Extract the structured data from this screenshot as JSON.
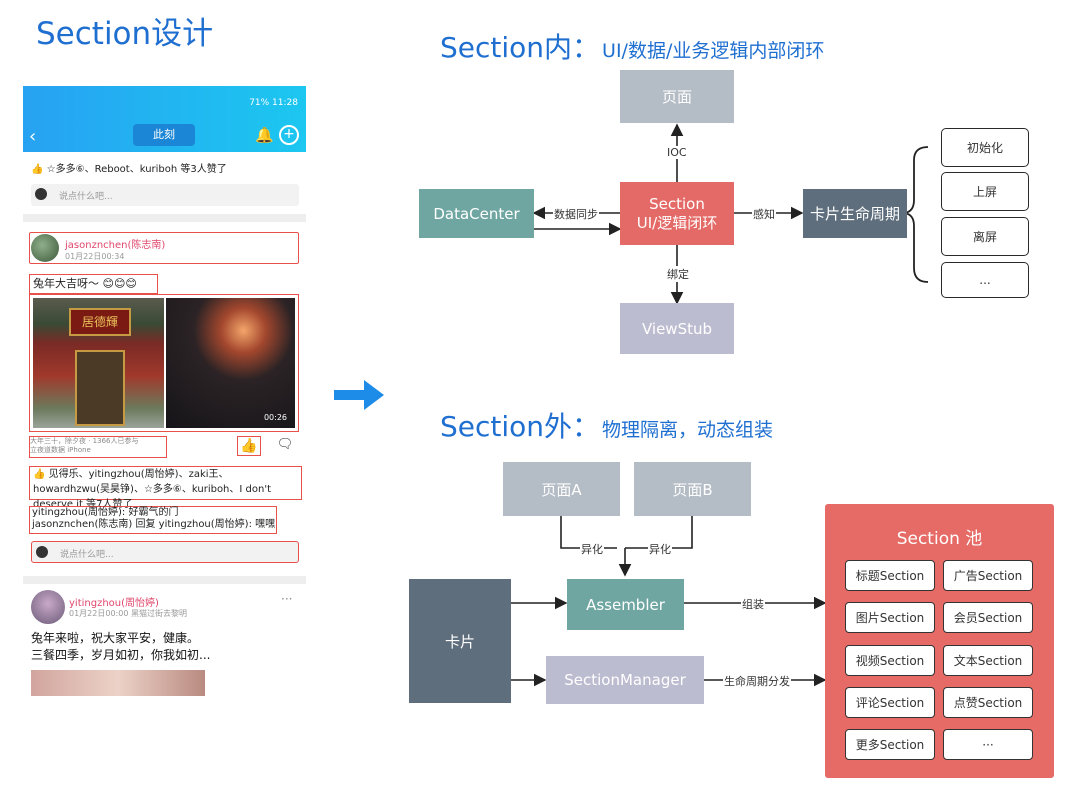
{
  "page_title": "Section设计",
  "top_section": {
    "title": "Section内：",
    "subtitle": "UI/数据/业务逻辑内部闭环",
    "nodes": {
      "page": "页面",
      "datacenter": "DataCenter",
      "section": "Section\nUI/逻辑闭环",
      "lifecycle": "卡片生命周期",
      "viewstub": "ViewStub"
    },
    "edges": {
      "ioc": "IOC",
      "data_sync": "数据同步",
      "perceive": "感知",
      "bind": "绑定"
    },
    "lifecycle_events": [
      "初始化",
      "上屏",
      "离屏",
      "..."
    ]
  },
  "bottom_section": {
    "title": "Section外：",
    "subtitle": "物理隔离，动态组装",
    "nodes": {
      "page_a": "页面A",
      "page_b": "页面B",
      "card": "卡片",
      "assembler": "Assembler",
      "section_manager": "SectionManager"
    },
    "edges": {
      "async_a": "异化",
      "async_b": "异化",
      "assemble": "组装",
      "lifecycle_dispatch": "生命周期分发"
    },
    "pool": {
      "title": "Section 池",
      "items": [
        "标题Section",
        "广告Section",
        "图片Section",
        "会员Section",
        "视频Section",
        "文本Section",
        "评论Section",
        "点赞Section",
        "更多Section",
        "···"
      ]
    }
  },
  "phone": {
    "status_text": "71% 11:28",
    "nav_chip": "此刻",
    "likes_summary": "☆多多⑥、Reboot、kuriboh 等3人赞了",
    "comment_placeholder": "说点什么吧...",
    "post1": {
      "username": "jasonznchen(陈志南)",
      "date": "01月22日00:34",
      "text": "兔年大吉呀～",
      "plaque": "居德輝",
      "video_duration": "00:26",
      "meta_line1": "大年三十，除夕夜 · 1366人已参与",
      "meta_line2": "立夜道数据 iPhone",
      "likers": "见得乐、yitingzhou(周怡婷)、zaki王、howardhzwu(吴昊铮)、☆多多⑥、kuriboh、I don't deserve it 等7人赞了",
      "comment1": "yitingzhou(周怡婷): 好霸气的门",
      "comment2": "jasonznchen(陈志南) 回复 yitingzhou(周怡婷): 嘿嘿"
    },
    "post2": {
      "username": "yitingzhou(周怡婷)",
      "date": "01月22日00:00  黑猫过街去黎明",
      "more": "···",
      "text_line1": "兔年来啦，祝大家平安，健康。",
      "text_line2": "三餐四季，岁月如初，你我如初..."
    }
  },
  "colors": {
    "title_blue": "#1f6fd1",
    "highlight_red": "#e8504a",
    "section_red": "#e46a67",
    "teal": "#6fa6a2",
    "slate": "#5f6e7d",
    "gray": "#b4bcc5",
    "lavender": "#bcbcd0",
    "arrow_blue": "#1d8be8"
  }
}
